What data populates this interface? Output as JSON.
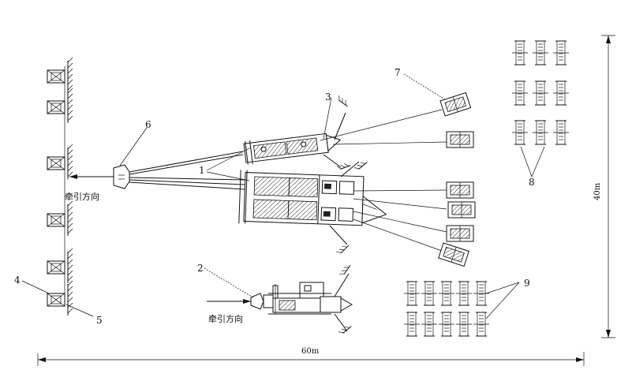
{
  "diagram": {
    "labels": {
      "l1": "1",
      "l2": "2",
      "l3": "3",
      "l4": "4",
      "l5": "5",
      "l6": "6",
      "l7": "7",
      "l8": "8",
      "l9": "9"
    },
    "direction_text_upper": "牵引方向",
    "direction_text_lower": "牵引方向",
    "width_dimension": "60m",
    "height_dimension": "40m"
  }
}
